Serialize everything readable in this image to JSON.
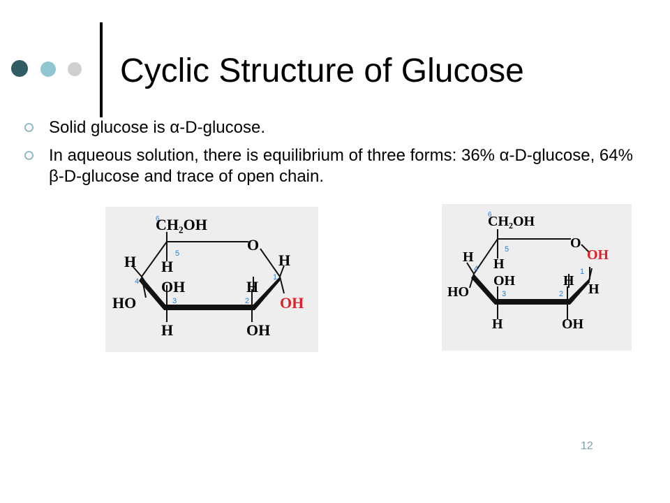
{
  "slide": {
    "title": "Cyclic Structure of Glucose",
    "bullets": [
      "Solid glucose is α-D-glucose.",
      "In aqueous solution, there is equilibrium of three forms: 36% α-D-glucose, 64% β-D-glucose and trace of open chain."
    ],
    "page_number": "12"
  },
  "structures": {
    "alpha": {
      "ch2oh": "CH₂OH",
      "ring_o": "O",
      "h": "H",
      "oh": "OH",
      "ho": "HO",
      "anomeric_oh": "OH",
      "n1": "1",
      "n2": "2",
      "n3": "3",
      "n4": "4",
      "n5": "5",
      "n6": "6"
    },
    "beta": {
      "ch2oh": "CH₂OH",
      "ring_o": "O",
      "h": "H",
      "oh": "OH",
      "ho": "HO",
      "anomeric_oh": "OH",
      "n1": "1",
      "n2": "2",
      "n3": "3",
      "n4": "4",
      "n5": "5",
      "n6": "6"
    }
  },
  "colors": {
    "dot_dark": "#2f5d63",
    "dot_mid": "#8fc6cf",
    "dot_light": "#cfcfcf",
    "anomeric_oh": "#e0202a",
    "carbon_number": "#2a7fd4",
    "page_number": "#7a9fb0"
  }
}
